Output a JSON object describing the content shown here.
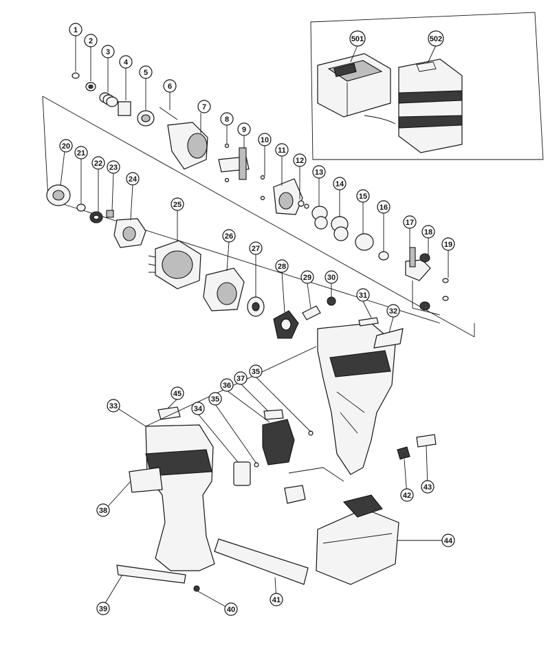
{
  "diagram": {
    "callouts": [
      {
        "id": "c1",
        "label": "1"
      },
      {
        "id": "c2",
        "label": "2"
      },
      {
        "id": "c3",
        "label": "3"
      },
      {
        "id": "c4",
        "label": "4"
      },
      {
        "id": "c5",
        "label": "5"
      },
      {
        "id": "c6",
        "label": "6"
      },
      {
        "id": "c7",
        "label": "7"
      },
      {
        "id": "c8",
        "label": "8"
      },
      {
        "id": "c9",
        "label": "9"
      },
      {
        "id": "c10",
        "label": "10"
      },
      {
        "id": "c11",
        "label": "11"
      },
      {
        "id": "c12",
        "label": "12"
      },
      {
        "id": "c13",
        "label": "13"
      },
      {
        "id": "c14",
        "label": "14"
      },
      {
        "id": "c15",
        "label": "15"
      },
      {
        "id": "c16",
        "label": "16"
      },
      {
        "id": "c17",
        "label": "17"
      },
      {
        "id": "c18",
        "label": "18"
      },
      {
        "id": "c19",
        "label": "19"
      },
      {
        "id": "c20",
        "label": "20"
      },
      {
        "id": "c21",
        "label": "21"
      },
      {
        "id": "c22",
        "label": "22"
      },
      {
        "id": "c23",
        "label": "23"
      },
      {
        "id": "c24",
        "label": "24"
      },
      {
        "id": "c25",
        "label": "25"
      },
      {
        "id": "c26",
        "label": "26"
      },
      {
        "id": "c27",
        "label": "27"
      },
      {
        "id": "c28",
        "label": "28"
      },
      {
        "id": "c29",
        "label": "29"
      },
      {
        "id": "c30",
        "label": "30"
      },
      {
        "id": "c31",
        "label": "31"
      },
      {
        "id": "c32",
        "label": "32"
      },
      {
        "id": "c33",
        "label": "33"
      },
      {
        "id": "c34",
        "label": "34"
      },
      {
        "id": "c35a",
        "label": "35"
      },
      {
        "id": "c35b",
        "label": "35"
      },
      {
        "id": "c36",
        "label": "36"
      },
      {
        "id": "c37",
        "label": "37"
      },
      {
        "id": "c38",
        "label": "38"
      },
      {
        "id": "c39",
        "label": "39"
      },
      {
        "id": "c40",
        "label": "40"
      },
      {
        "id": "c41",
        "label": "41"
      },
      {
        "id": "c42",
        "label": "42"
      },
      {
        "id": "c43",
        "label": "43"
      },
      {
        "id": "c44",
        "label": "44"
      },
      {
        "id": "c45",
        "label": "45"
      },
      {
        "id": "c501",
        "label": "501"
      },
      {
        "id": "c502",
        "label": "502"
      }
    ]
  }
}
